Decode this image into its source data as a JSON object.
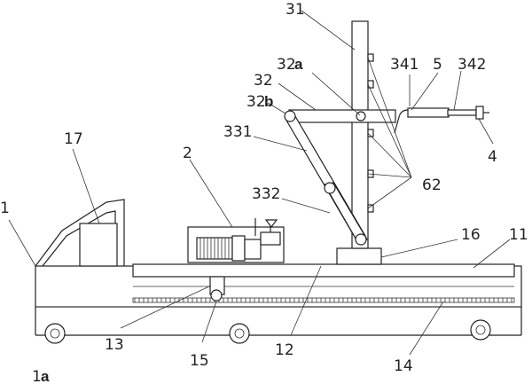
{
  "labels": {
    "l1": "1",
    "l1a_num": "1",
    "l1a_sub": "a",
    "l2": "2",
    "l11": "11",
    "l12": "12",
    "l13": "13",
    "l14": "14",
    "l15": "15",
    "l16": "16",
    "l17": "17",
    "l31": "31",
    "l32": "32",
    "l32a_num": "32",
    "l32a_sub": "a",
    "l32b_num": "32",
    "l32b_sub": "b",
    "l331": "331",
    "l332": "332",
    "l341": "341",
    "l342": "342",
    "l4": "4",
    "l5": "5",
    "l62": "62"
  }
}
